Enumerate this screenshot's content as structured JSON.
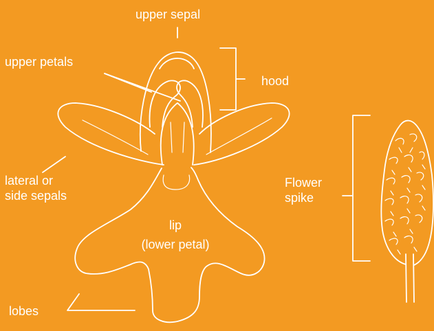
{
  "colors": {
    "background": "#F39A22",
    "ink": "#FFFFFF"
  },
  "labels": {
    "upper_sepal": "upper sepal",
    "upper_petals": "upper petals",
    "hood": "hood",
    "lateral_line1": "lateral or",
    "lateral_line2": "side sepals",
    "lip_line1": "lip",
    "lip_line2": "(lower petal)",
    "lobes": "lobes",
    "spike_line1": "Flower",
    "spike_line2": "spike"
  }
}
